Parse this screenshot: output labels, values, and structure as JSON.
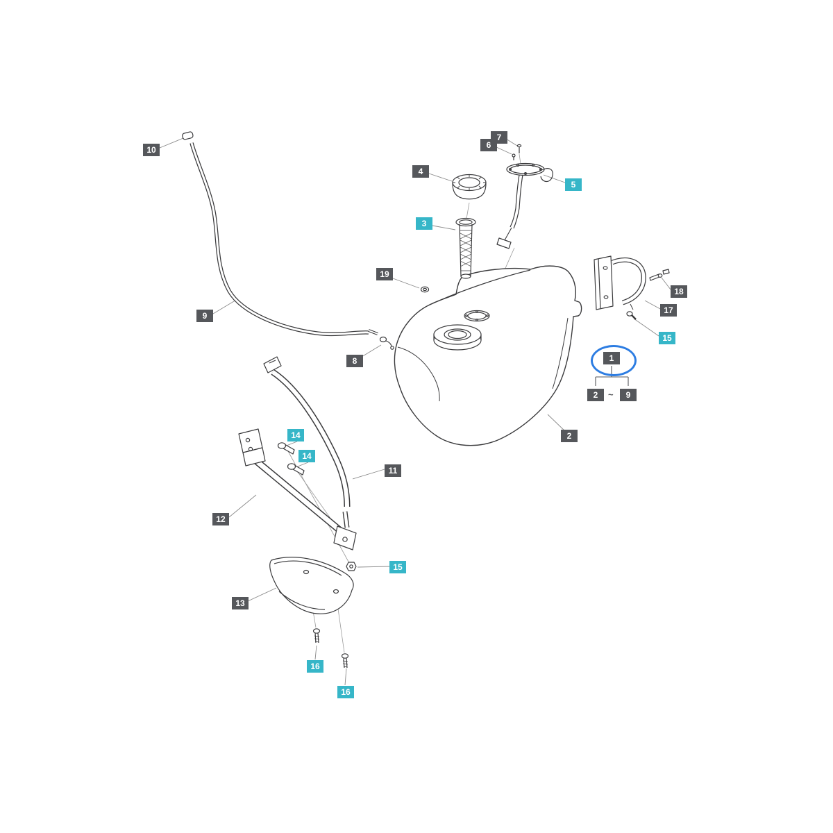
{
  "page": {
    "background": "#ffffff"
  },
  "diagram": {
    "kind": "exploded-parts-diagram",
    "subject": "Fuel tank assembly exploded view",
    "highlight": {
      "color": "#2d7de2",
      "around_label": "1"
    },
    "label_styles": {
      "dark": "#55575b",
      "cyan": "#36b6c8"
    },
    "range_note": {
      "parent": "1",
      "from": "2",
      "tilde": "~",
      "to": "9"
    },
    "labels": [
      {
        "num": "10",
        "style": "dark"
      },
      {
        "num": "9",
        "style": "dark"
      },
      {
        "num": "8",
        "style": "dark"
      },
      {
        "num": "19",
        "style": "dark"
      },
      {
        "num": "4",
        "style": "dark"
      },
      {
        "num": "3",
        "style": "cyan"
      },
      {
        "num": "6",
        "style": "dark"
      },
      {
        "num": "7",
        "style": "dark"
      },
      {
        "num": "5",
        "style": "cyan"
      },
      {
        "num": "18",
        "style": "dark"
      },
      {
        "num": "17",
        "style": "dark"
      },
      {
        "num": "15",
        "style": "cyan"
      },
      {
        "num": "1",
        "style": "dark"
      },
      {
        "num": "2",
        "style": "dark"
      },
      {
        "num": "9",
        "style": "dark"
      },
      {
        "num": "2",
        "style": "dark"
      },
      {
        "num": "11",
        "style": "dark"
      },
      {
        "num": "14",
        "style": "cyan"
      },
      {
        "num": "14",
        "style": "cyan"
      },
      {
        "num": "12",
        "style": "dark"
      },
      {
        "num": "15",
        "style": "cyan"
      },
      {
        "num": "13",
        "style": "dark"
      },
      {
        "num": "16",
        "style": "cyan"
      },
      {
        "num": "16",
        "style": "cyan"
      }
    ]
  }
}
